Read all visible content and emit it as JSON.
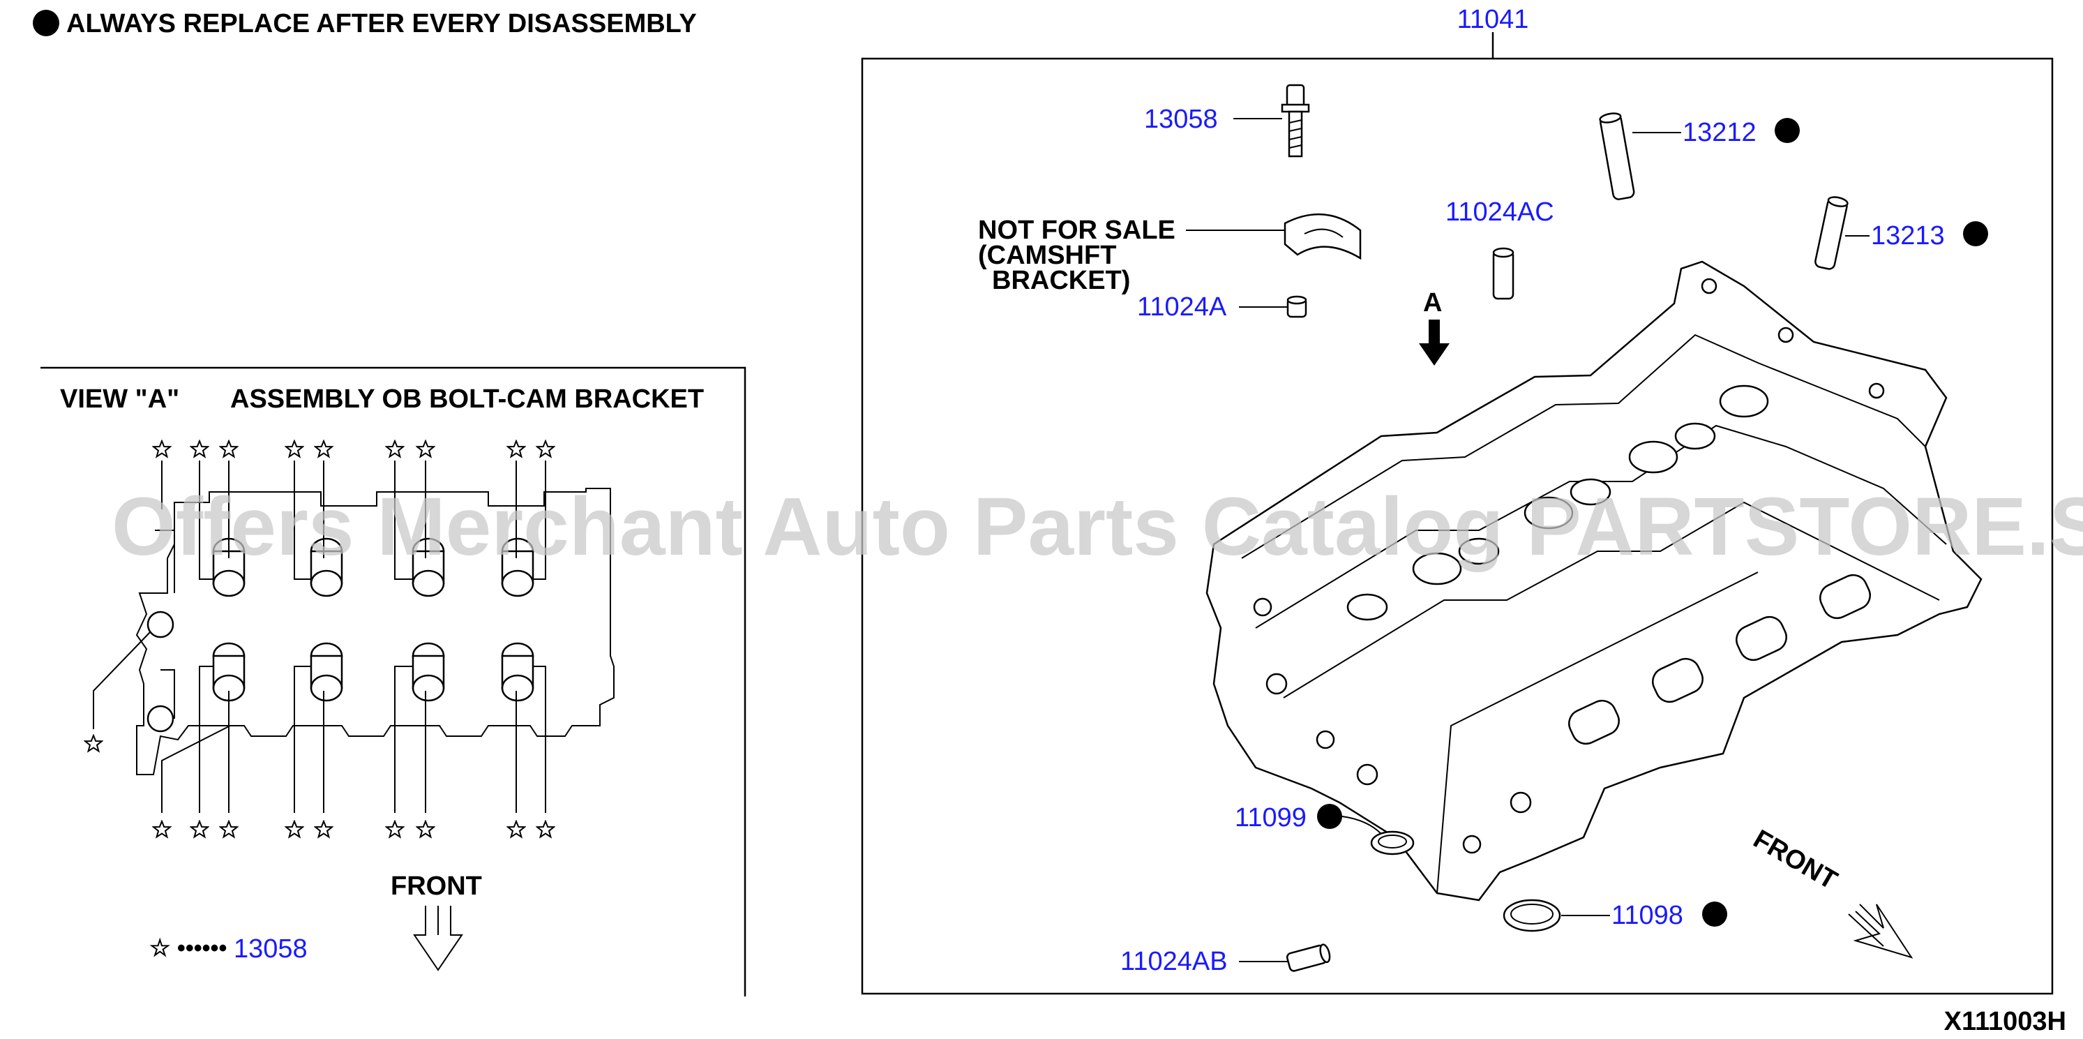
{
  "header": {
    "note": "ALWAYS REPLACE AFTER EVERY DISASSEMBLY"
  },
  "view_a": {
    "title": "VIEW \"A\"",
    "subtitle": "ASSEMBLY OB BOLT-CAM BRACKET",
    "front_label": "FRONT",
    "legend_dots": "☆ ••••••",
    "legend_ref": "13058"
  },
  "main": {
    "assembly_ref": "11041",
    "parts": {
      "p13058": "13058",
      "p13212": "13212",
      "p11024AC": "11024AC",
      "p13213": "13213",
      "p11024A": "11024A",
      "p11099": "11099",
      "p11098": "11098",
      "p11024AB": "11024AB"
    },
    "not_for_sale": {
      "line1": "NOT FOR SALE",
      "line2": "(CAMSHFT",
      "line3": "BRACKET)"
    },
    "view_marker": "A",
    "front_label": "FRONT"
  },
  "watermark": "Offers Merchant Auto Parts Catalog PARTSTORE.SA",
  "figure_code": "X111003H",
  "colors": {
    "ref_link": "#1a1aff",
    "ink": "#000000",
    "watermark": "#c8c8c8"
  }
}
